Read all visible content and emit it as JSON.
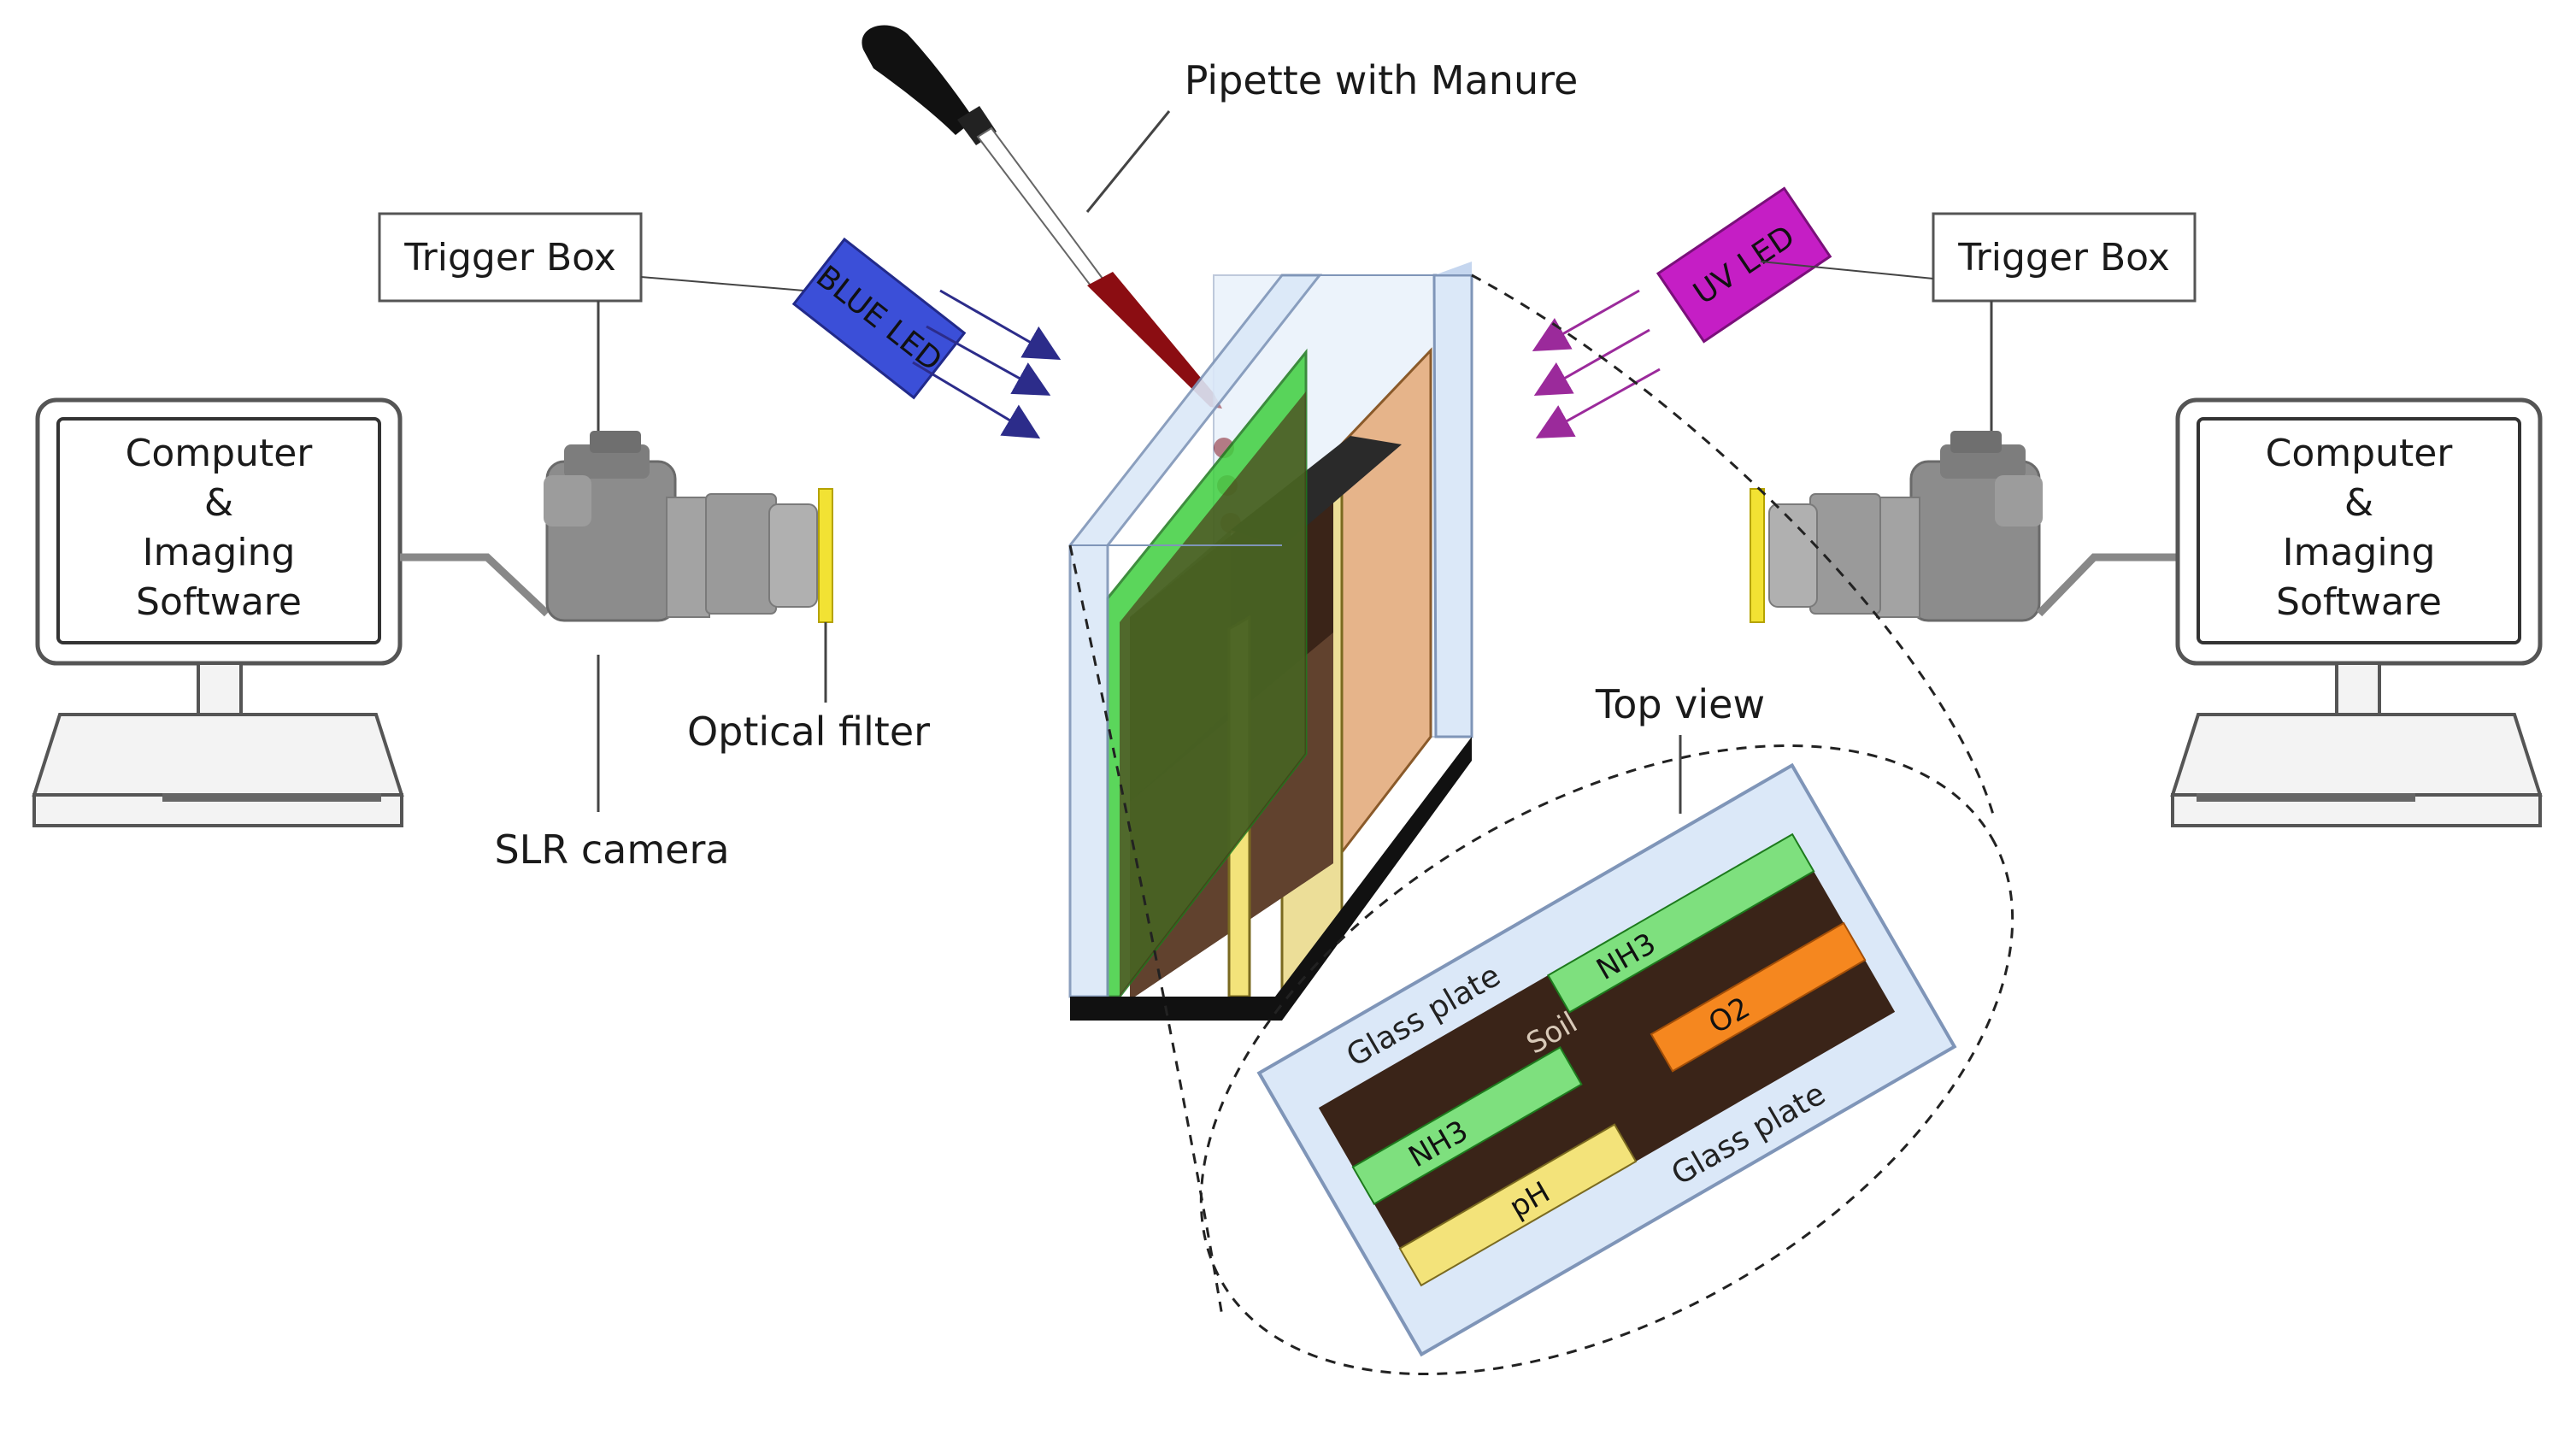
{
  "labels": {
    "pipette": "Pipette with Manure",
    "trigger_left": "Trigger Box",
    "trigger_right": "Trigger Box",
    "blue_led": "BLUE LED",
    "uv_led": "UV LED",
    "optical_filter": "Optical filter",
    "slr_camera": "SLR camera",
    "top_view": "Top view"
  },
  "computer_left": [
    "Computer",
    "&",
    "Imaging",
    "Software"
  ],
  "computer_right": [
    "Computer",
    "&",
    "Imaging",
    "Software"
  ],
  "top_view_layers": {
    "glass_top": "Glass plate",
    "glass_bottom": "Glass plate",
    "nh3_top": "NH3",
    "nh3_left": "NH3",
    "soil": "Soil",
    "o2": "O2",
    "ph": "pH"
  },
  "colors": {
    "blue_led": "#3b4fd8",
    "uv_led": "#c51ec5",
    "sensor_green": "#3fcf3f",
    "sensor_yellow": "#f3e37a",
    "sensor_orange": "#f5871f",
    "soil": "#3a2418",
    "manure": "#8b0d12",
    "glass": "#dbe8f8",
    "camera": "#8c8c8c",
    "filter": "#f2e233"
  }
}
